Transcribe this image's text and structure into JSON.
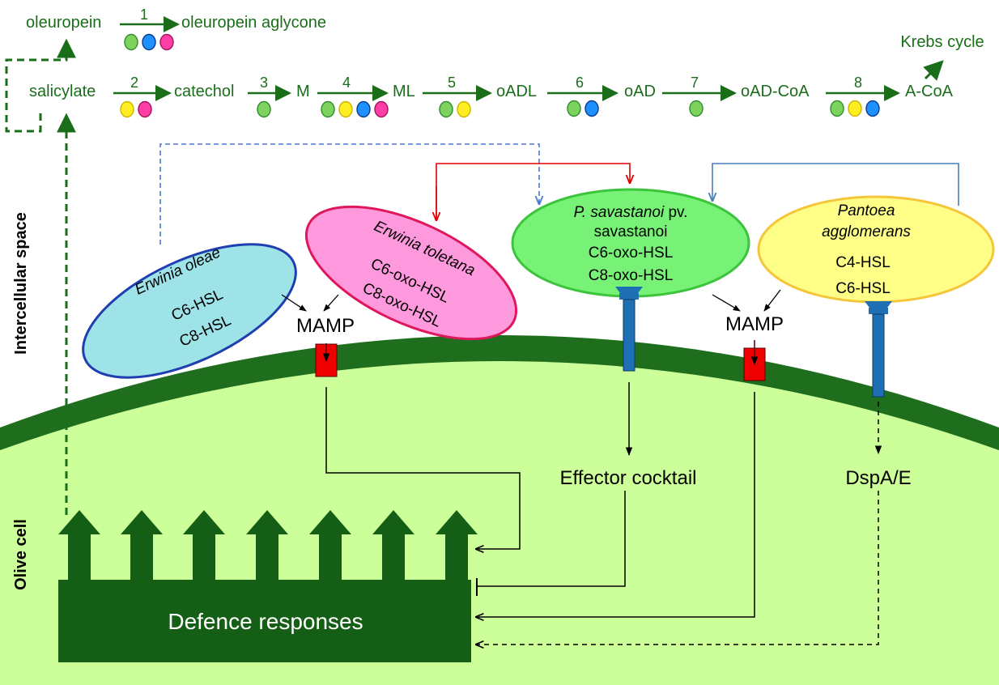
{
  "pathway": {
    "top_row": {
      "substrate": "oleuropein",
      "product": "oleuropein aglycone",
      "step": "1"
    },
    "main_row": {
      "compounds": [
        "salicylate",
        "catechol",
        "M",
        "ML",
        "oADL",
        "oAD",
        "oAD-CoA",
        "A-CoA"
      ],
      "steps": [
        "2",
        "3",
        "4",
        "5",
        "6",
        "7",
        "8"
      ],
      "krebs": "Krebs cycle"
    }
  },
  "dot_colors": {
    "green": "#7dd35e",
    "blue": "#1e90ff",
    "pink": "#ff3fa6",
    "yellow": "#ffee22"
  },
  "step_dots": {
    "1": [
      "green",
      "blue",
      "pink"
    ],
    "2": [
      "yellow",
      "pink"
    ],
    "3": [
      "green"
    ],
    "4": [
      "green",
      "yellow",
      "blue",
      "pink"
    ],
    "5": [
      "green",
      "yellow"
    ],
    "6": [
      "green",
      "blue"
    ],
    "7": [
      "green"
    ],
    "8": [
      "green",
      "yellow",
      "blue"
    ]
  },
  "labels": {
    "intercellular": "Intercellular space",
    "olive_cell": "Olive cell",
    "mamp": "MAMP",
    "effector": "Effector cocktail",
    "dsp": "DspA/E",
    "defence": "Defence responses"
  },
  "bacteria": {
    "erwinia_oleae": {
      "name": "Erwinia oleae",
      "signals": [
        "C6-HSL",
        "C8-HSL"
      ],
      "fill": "#9ee3e8",
      "stroke": "#1f3fb0"
    },
    "erwinia_toletana": {
      "name": "Erwinia toletana",
      "signals": [
        "C6-oxo-HSL",
        "C8-oxo-HSL"
      ],
      "fill": "#ff99dd",
      "stroke": "#e0165c"
    },
    "p_savastanoi": {
      "name_italic": "P. savastanoi",
      "name_rest": " pv.",
      "name_line2": "savastanoi",
      "signals": [
        "C6-oxo-HSL",
        "C8-oxo-HSL"
      ],
      "fill": "#77f276",
      "stroke": "#3cc43c"
    },
    "pantoea": {
      "name_line1": "Pantoea",
      "name_line2": "agglomerans",
      "signals": [
        "C4-HSL",
        "C6-HSL"
      ],
      "fill": "#ffff88",
      "stroke": "#f5c53a"
    }
  },
  "colors": {
    "pathway_green": "#1a6e1a",
    "membrane": "#1e6e1e",
    "cytoplasm": "#ccff99",
    "defence_block": "#155e15",
    "receptor": "#1f6fb5",
    "mamp_receptor": "#ee0000"
  }
}
